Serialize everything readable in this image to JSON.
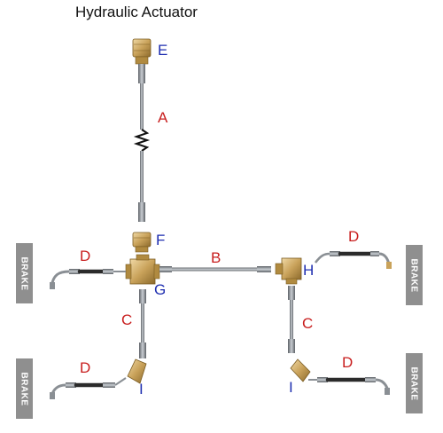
{
  "title": "Hydraulic Actuator",
  "labels": {
    "A": "A",
    "B": "B",
    "C": "C",
    "D": "D",
    "E": "E",
    "F": "F",
    "G": "G",
    "H": "H",
    "I": "I"
  },
  "brake": "BRAKE",
  "colors": {
    "letter_red": "#c81e1e",
    "letter_blue": "#1f2fb0",
    "brake_box": "#8f8f8f",
    "steel_line": "#8a8f94",
    "brass": "#c9a25a",
    "hose": "#2b2b2b"
  }
}
